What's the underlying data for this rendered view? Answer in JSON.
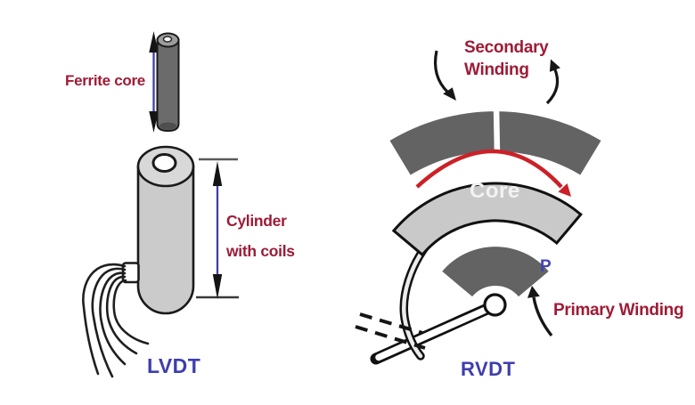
{
  "figure": {
    "background": "#ffffff",
    "left_diagram": {
      "caption": "LVDT",
      "labels": {
        "ferrite_core": "Ferrite core",
        "cylinder_line1": "Cylinder",
        "cylinder_line2": "with coils"
      }
    },
    "right_diagram": {
      "caption": "RVDT",
      "labels": {
        "secondary_line1": "Secondary",
        "secondary_line2": "Winding",
        "core": "Core",
        "primary_terminal": "P",
        "primary": "Primary Winding"
      }
    },
    "colors": {
      "label_red": "#9e1b36",
      "label_blue": "#3e3eae",
      "winding_gray": "#636363",
      "core_gray": "#c9c9c9",
      "rotation_arrow_red": "#cc2027",
      "dimension_blue": "#4040a8"
    }
  }
}
